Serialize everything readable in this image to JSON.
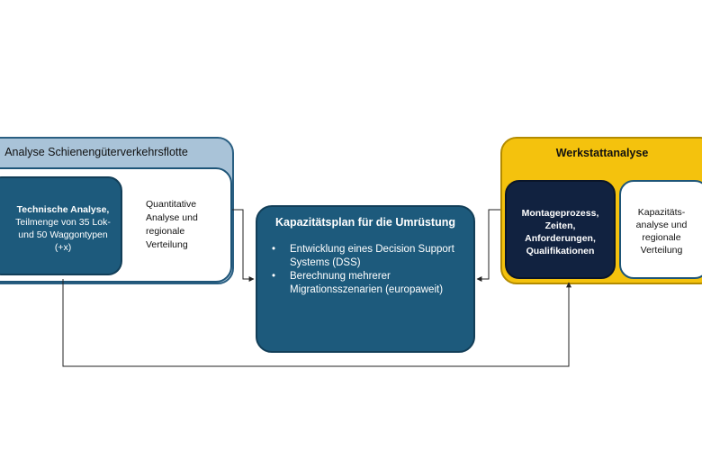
{
  "left_group": {
    "title": "Analyse Schienengüterverkehrsflotte",
    "tech": {
      "heading": "Technische Analyse,",
      "lines": [
        "Teilmenge von 35 Lok-",
        "und 50 Waggontypen",
        "(+x)"
      ]
    },
    "quant_lines": [
      "Quantitative",
      "Analyse und",
      "regionale",
      "Verteilung"
    ]
  },
  "center": {
    "title": "Kapazitätsplan für die Umrüstung",
    "bullets": [
      "Entwicklung eines Decision Support Systems (DSS)",
      "Berechnung mehrerer Migrationsszenarien (europaweit)"
    ]
  },
  "right_group": {
    "title": "Werkstattanalyse",
    "montage_lines": [
      "Montageprozess,",
      "Zeiten,",
      "Anforderungen,",
      "Qualifikationen"
    ],
    "kap_lines": [
      "Kapazitäts-",
      "analyse und",
      "regionale",
      "Verteilung"
    ]
  },
  "colors": {
    "dark_blue": "#1d5a7c",
    "light_blue": "#a9c3d8",
    "navy": "#112240",
    "yellow": "#f4c20d"
  }
}
